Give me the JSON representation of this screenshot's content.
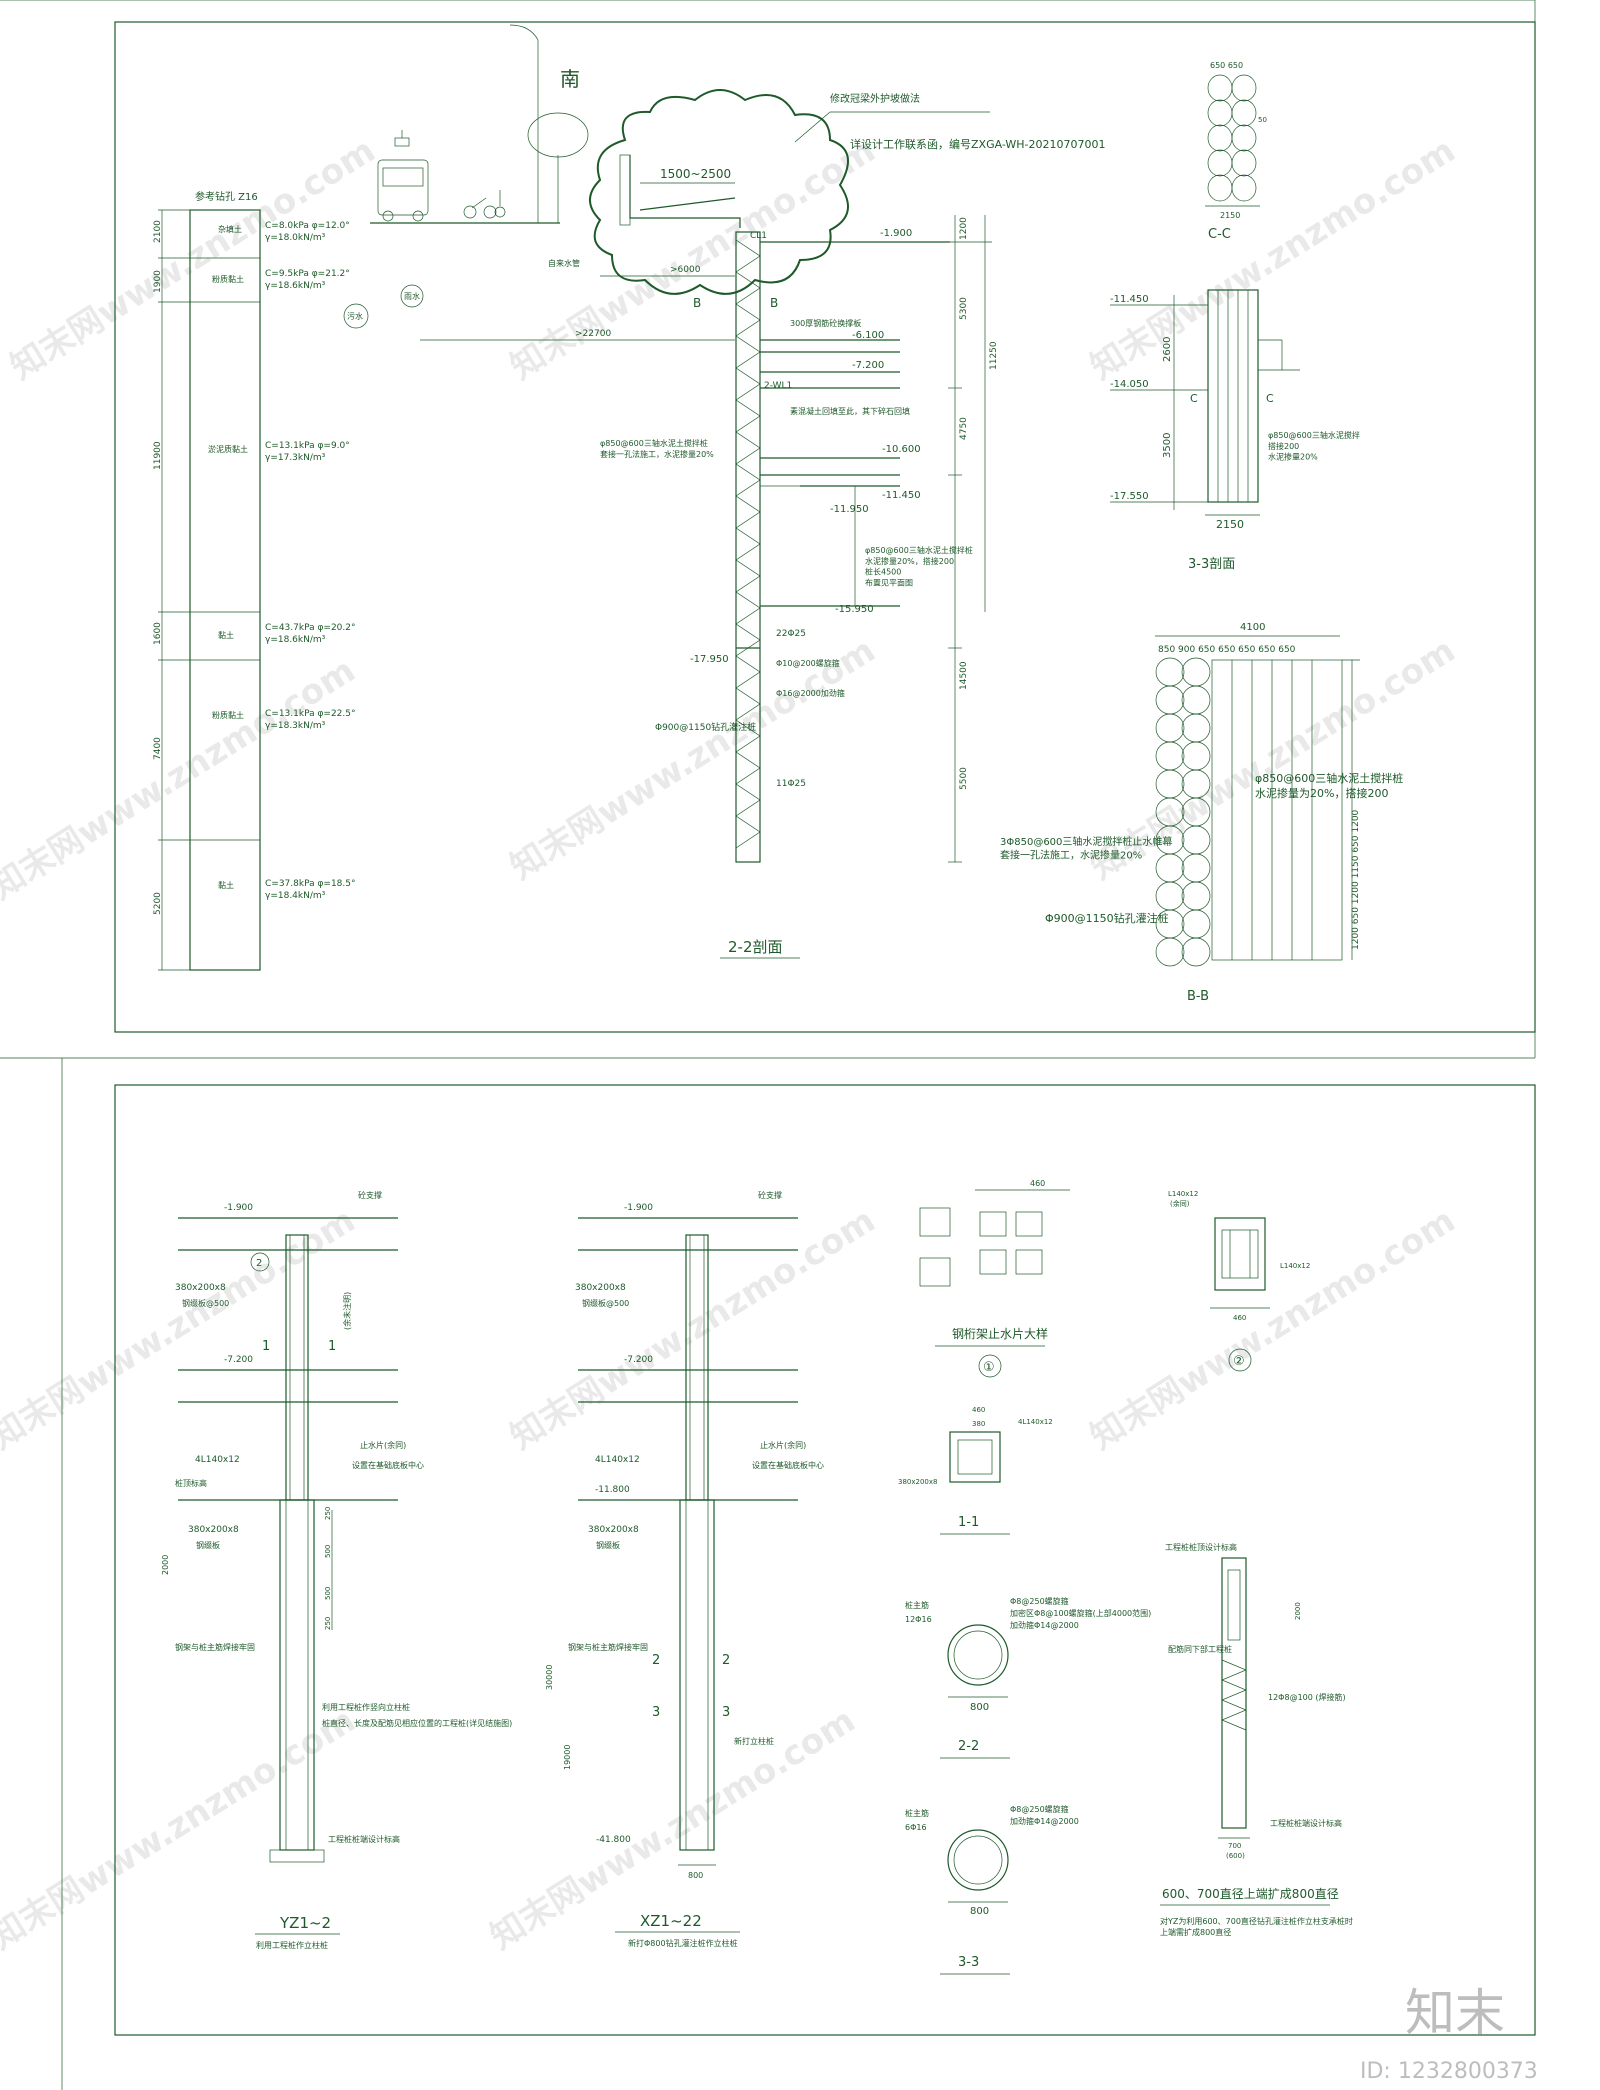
{
  "watermark": {
    "text": "知末网www.znzmo.com",
    "brand": "知末",
    "id_label": "ID: 1232800373"
  },
  "sheet1": {
    "south": "南",
    "cloud_title": "修改冠梁外护坡做法",
    "cloud_note": "详设计工作联系函，编号ZXGA-WH-20210707001",
    "dim_1500_2500": "1500~2500",
    "dim_6000": ">6000",
    "dim_22700": ">22700",
    "label_b1": "B",
    "label_b2": "B",
    "label_cl1": "CL1",
    "label_2wl1": "2-WL1",
    "rain": "雨水",
    "sewage": "污水",
    "water_pipe": "自来水管",
    "borehole": "参考钻孔 Z16",
    "soil_layers": [
      {
        "depth": "2100",
        "name": "杂填土",
        "c": "C=8.0kPa  φ=12.0°",
        "g": "γ=18.0kN/m³"
      },
      {
        "depth": "1900",
        "name": "粉质黏土",
        "c": "C=9.5kPa  φ=21.2°",
        "g": "γ=18.6kN/m³"
      },
      {
        "depth": "11900",
        "name": "淤泥质黏土",
        "c": "C=13.1kPa  φ=9.0°",
        "g": "γ=17.3kN/m³"
      },
      {
        "depth": "1600",
        "name": "黏土",
        "c": "C=43.7kPa  φ=20.2°",
        "g": "γ=18.6kN/m³"
      },
      {
        "depth": "7400",
        "name": "粉质黏土",
        "c": "C=13.1kPa  φ=22.5°",
        "g": "γ=18.3kN/m³"
      },
      {
        "depth": "5200",
        "name": "黏土",
        "c": "C=37.8kPa  φ=18.5°",
        "g": "γ=18.4kN/m³"
      }
    ],
    "elev_1900": "-1.900",
    "elev_6100": "-6.100",
    "elev_7200": "-7.200",
    "elev_10600": "-10.600",
    "elev_11450": "-11.450",
    "elev_11950": "-11.950",
    "elev_15950": "-15.950",
    "elev_17950": "-17.950",
    "right_dims": [
      "1200",
      "5300",
      "4750",
      "11250",
      "14500",
      "5500"
    ],
    "note_300": "300厚钢筋砼换撑板",
    "note_backfill": "素混凝土回填至此，其下碎石回填",
    "note_wall": "φ850@600三轴水泥土搅拌桩\n套接一孔法施工，水泥掺量20%",
    "note_wall2": "φ850@600三轴水泥土搅拌桩\n水泥掺量20%，搭接200\n桩长4500\n布置见平面图",
    "note_22": "22Φ25",
    "note_10": "Φ10@200螺旋箍",
    "note_16": "Φ16@2000加劲箍",
    "note_pile": "Φ900@1150钻孔灌注桩",
    "note_11": "11Φ25",
    "sec22": "2-2剖面",
    "cc": {
      "title": "C-C",
      "top_dims": "650 650",
      "dim_side": "50",
      "width": "2150"
    },
    "s33": {
      "title": "3-3剖面",
      "e1": "-11.450",
      "e2": "-14.050",
      "e3": "-17.550",
      "d1": "2600",
      "d2": "3500",
      "width": "2150",
      "note": "φ850@600三轴水泥搅拌\n搭接200\n水泥掺量20%",
      "c": "C"
    },
    "bb": {
      "title": "B-B",
      "width": "4100",
      "top_dims": "850 900 650 650 650 650 650",
      "note1": "φ850@600三轴水泥土搅拌桩\n水泥掺量为20%，搭接200",
      "note2": "3Φ850@600三轴水泥搅拌桩止水帷幕\n套接一孔法施工，水泥掺量20%",
      "note3": "Φ900@1150钻孔灌注桩",
      "side_dims": "1200 650 1200 1150 650 1200"
    }
  },
  "sheet2": {
    "col1": {
      "title": "YZ1~2",
      "sub": "利用工程桩作立柱桩",
      "e1": "-1.900",
      "e2": "-7.200",
      "brace": "砼支撑",
      "plate": "380x200x8",
      "plate2": "钢缀板@500",
      "angle": "4L140x12",
      "water": "止水片(余同)",
      "water2": "设置在基础底板中心",
      "base": "桩顶标高",
      "plate3": "380x200x8",
      "plate4": "钢缀板",
      "weld": "钢架与桩主筋焊接牢固",
      "pile1": "利用工程桩作竖向立柱桩",
      "pile2": "桩直径、长度及配筋见相应位置的工程桩(详见结施图)",
      "bottom": "工程桩桩端设计标高",
      "dim2000": "2000",
      "d250": "250",
      "d500": "500",
      "fixed": "(余未注明)",
      "n1": "1",
      "n2": "2"
    },
    "col2": {
      "title": "XZ1~22",
      "sub": "新打Φ800钻孔灌注桩作立柱桩",
      "e1": "-1.900",
      "e2": "-7.200",
      "e3": "-11.800",
      "e4": "-41.800",
      "brace": "砼支撑",
      "plate": "380x200x8",
      "plate2": "钢缀板@500",
      "angle": "4L140x12",
      "water": "止水片(余同)",
      "water2": "设置在基础底板中心",
      "plate3": "380x200x8",
      "plate4": "钢缀板",
      "weld": "钢架与桩主筋焊接牢固",
      "newpile": "新打立柱桩",
      "d30000": "30000",
      "d19000": "19000",
      "d800": "800",
      "n2": "2",
      "n3": "3"
    },
    "detail1": {
      "title": "钢桁架止水片大样",
      "num": "①",
      "w": "460"
    },
    "detail2": {
      "num": "②",
      "a1": "L140x12",
      "a2": "(余同)",
      "a3": "L140x12",
      "w": "460"
    },
    "s11": {
      "title": "1-1",
      "w": "460",
      "w2": "380",
      "angle": "4L140x12",
      "plate": "380x200x8"
    },
    "s22": {
      "title": "2-2",
      "main": "桩主筋",
      "rebar": "12Φ16",
      "s1": "Φ8@250螺旋箍",
      "s2": "加密区Φ8@100螺旋箍(上部4000范围)",
      "s3": "加劲箍Φ14@2000",
      "d": "800"
    },
    "s33": {
      "title": "3-3",
      "main": "桩主筋",
      "rebar": "6Φ16",
      "s1": "Φ8@250螺旋箍",
      "s2": "加劲箍Φ14@2000",
      "d": "800"
    },
    "ext": {
      "title": "600、700直径上端扩成800直径",
      "note": "对YZ为利用600、700直径钻孔灌注桩作立柱支承桩时\n上端需扩成800直径",
      "top": "工程桩桩顶设计标高",
      "mid": "配筋同下部工程桩",
      "bottom": "工程桩桩端设计标高",
      "rebar": "12Φ8@100 (焊接筋)",
      "d700": "700",
      "d600": "(600)",
      "d2000": "2000"
    }
  }
}
